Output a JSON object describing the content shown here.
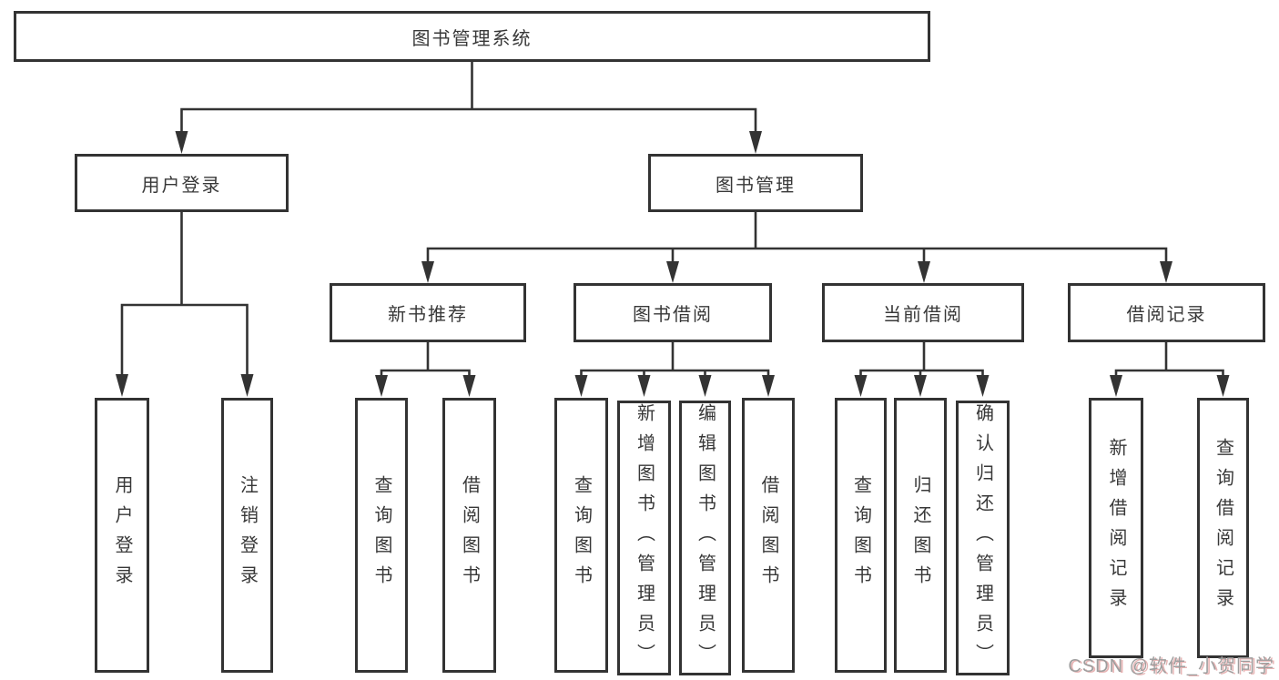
{
  "diagram": {
    "root": {
      "label": "图书管理系统"
    },
    "branches": [
      {
        "label": "用户登录",
        "children": [
          {
            "label": "用户登录"
          },
          {
            "label": "注销登录"
          }
        ]
      },
      {
        "label": "图书管理",
        "children": [
          {
            "label": "新书推荐",
            "children": [
              {
                "label": "查询图书"
              },
              {
                "label": "借阅图书"
              }
            ]
          },
          {
            "label": "图书借阅",
            "children": [
              {
                "label": "查询图书"
              },
              {
                "label": "新增图书（管理员）"
              },
              {
                "label": "编辑图书（管理员）"
              },
              {
                "label": "借阅图书"
              }
            ]
          },
          {
            "label": "当前借阅",
            "children": [
              {
                "label": "查询图书"
              },
              {
                "label": "归还图书"
              },
              {
                "label": "确认归还（管理员）"
              }
            ]
          },
          {
            "label": "借阅记录",
            "children": [
              {
                "label": "新增借阅记录"
              },
              {
                "label": "查询借阅记录"
              }
            ]
          }
        ]
      }
    ],
    "watermark": {
      "text": "CSDN @软件_小贺同学"
    },
    "colors": {
      "line": "#333333",
      "box_border": "#333333",
      "box_fill": "#ffffff",
      "text": "#383838",
      "watermark_gray": "#9e9e9e",
      "watermark_red": "#cd5a5a",
      "background": "#ffffff"
    }
  }
}
